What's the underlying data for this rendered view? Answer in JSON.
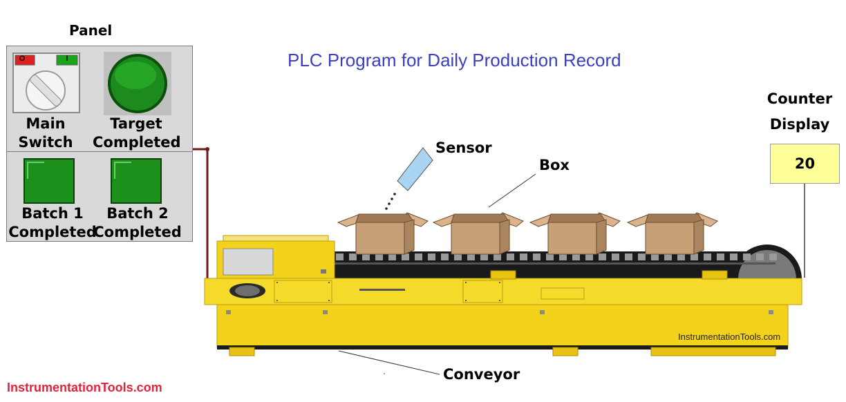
{
  "title": "PLC Program for Daily Production Record",
  "panel": {
    "title": "Panel",
    "main_switch_label": "Main Switch",
    "main_switch_off": "O",
    "main_switch_on": "I",
    "target_label": "Target Completed",
    "batch1_label": "Batch 1 Completed",
    "batch2_label": "Batch 2 Completed"
  },
  "labels": {
    "sensor": "Sensor",
    "box": "Box",
    "conveyor": "Conveyor"
  },
  "counter": {
    "title": "Counter Display",
    "value": "20"
  },
  "watermark": {
    "left": "InstrumentationTools.com",
    "conveyor": "InstrumentationTools.com"
  },
  "colors": {
    "title": "#3a3fc0",
    "watermark": "#e8213a",
    "conveyor_yellow": "#f2d21b",
    "lamp_green": "#1f9a1f",
    "box_brown": "#c8a078",
    "sensor_blue": "#a9d4f2",
    "counter_bg": "#ffff99"
  }
}
